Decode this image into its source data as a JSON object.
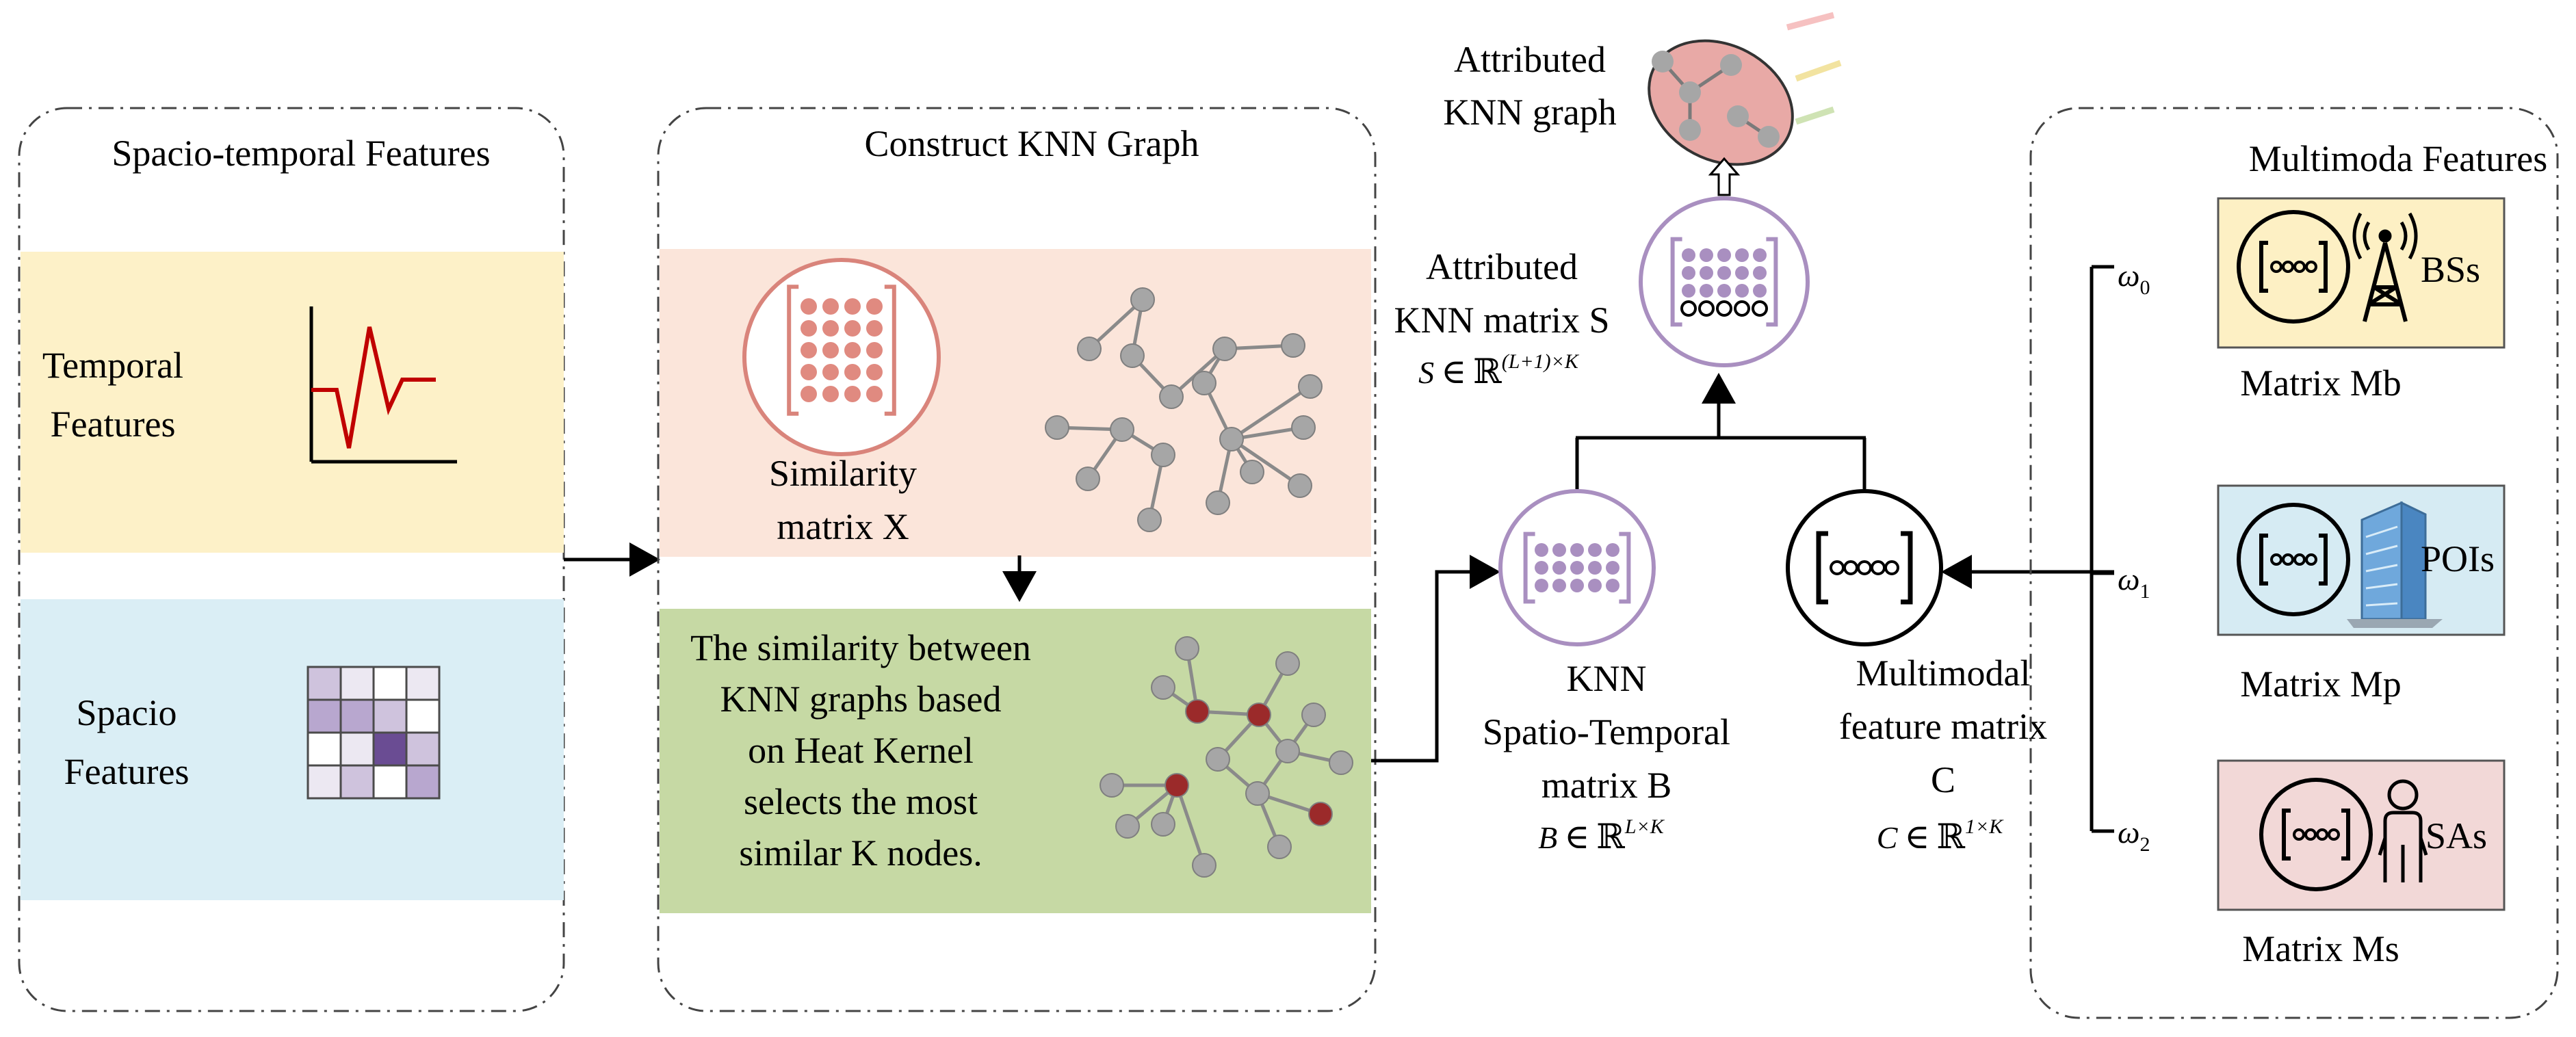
{
  "panels": {
    "spacio_temporal": {
      "title": "Spacio-temporal Features",
      "temporal": [
        "Temporal",
        "Features"
      ],
      "spacio": [
        "Spacio",
        "Features"
      ]
    },
    "knn_graph": {
      "title": "Construct KNN Graph",
      "similarity": [
        "Similarity",
        "matrix X"
      ],
      "heat_kernel": [
        "The similarity between",
        "KNN graphs based",
        "on Heat Kernel",
        "selects the most",
        "similar K nodes."
      ]
    },
    "multimodal": {
      "title": "Multimoda Features",
      "items": [
        {
          "weight": "ω",
          "weight_sub": "0",
          "icon": "antenna-tower-icon",
          "tag": "BSs",
          "label": "Matrix Mb"
        },
        {
          "weight": "ω",
          "weight_sub": "1",
          "icon": "building-icon",
          "tag": "POIs",
          "label": "Matrix Mp"
        },
        {
          "weight": "ω",
          "weight_sub": "2",
          "icon": "person-icon",
          "tag": "SAs",
          "label": "Matrix Ms"
        }
      ]
    }
  },
  "center": {
    "attributed_graph": [
      "Attributed",
      "KNN graph"
    ],
    "attributed_matrix": [
      "Attributed",
      "KNN matrix S"
    ],
    "formula_s": {
      "lhs": "S",
      "op": "∈",
      "set": "ℝ",
      "exp": "(L+1)×K"
    },
    "knn_st": [
      "KNN",
      "Spatio-Temporal",
      "matrix B"
    ],
    "formula_b": {
      "lhs": "B",
      "op": "∈",
      "set": "ℝ",
      "exp": "L×K"
    },
    "multimodal_matrix": [
      "Multimodal",
      "feature matrix",
      "C"
    ],
    "formula_c": {
      "lhs": "C",
      "op": "∈",
      "set": "ℝ",
      "exp": "1×K"
    }
  },
  "colors": {
    "temporal_bg": "#fdf1c8",
    "spacio_bg": "#daeef5",
    "similarity_bg": "#fbe5da",
    "heat_kernel_bg": "#c6d9a4",
    "mb_bg": "#fdf0c4",
    "mp_bg": "#d6ebf3",
    "ms_bg": "#f2d8d7",
    "similarity_circle": "#d9847b",
    "knn_circle": "#a98fc0",
    "attributed_ellipse": "#e8a9a6",
    "signal_line": "#c00000",
    "node_gray": "#a6a6a6",
    "node_red": "#9b2a2a"
  }
}
